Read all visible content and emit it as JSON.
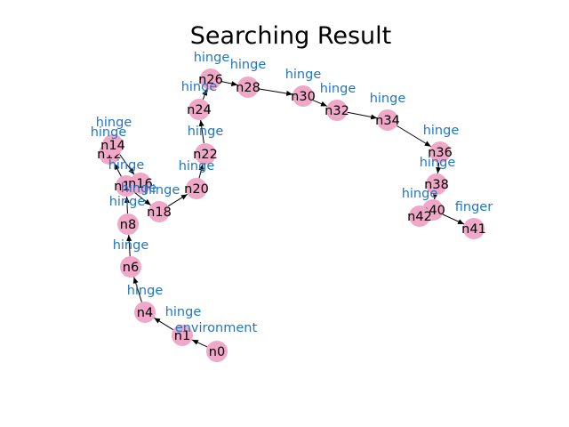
{
  "title": "Searching Result",
  "colors": {
    "node_fill": "#f0a8c8",
    "edge_stroke": "#000000",
    "label_color": "#1f77c4"
  },
  "nodes": [
    {
      "id": "n0",
      "label": "n0"
    },
    {
      "id": "n1",
      "label": "n1"
    },
    {
      "id": "n4",
      "label": "n4"
    },
    {
      "id": "n6",
      "label": "n6"
    },
    {
      "id": "n8",
      "label": "n8"
    },
    {
      "id": "n10",
      "label": "n10"
    },
    {
      "id": "n12",
      "label": "n12"
    },
    {
      "id": "n14",
      "label": "n14"
    },
    {
      "id": "n16",
      "label": "n16"
    },
    {
      "id": "n18",
      "label": "n18"
    },
    {
      "id": "n20",
      "label": "n20"
    },
    {
      "id": "n22",
      "label": "n22"
    },
    {
      "id": "n24",
      "label": "n24"
    },
    {
      "id": "n26",
      "label": "n26"
    },
    {
      "id": "n28",
      "label": "n28"
    },
    {
      "id": "n30",
      "label": "n30"
    },
    {
      "id": "n32",
      "label": "n32"
    },
    {
      "id": "n34",
      "label": "n34"
    },
    {
      "id": "n36",
      "label": "n36"
    },
    {
      "id": "n38",
      "label": "n38"
    },
    {
      "id": "n40",
      "label": "n40"
    },
    {
      "id": "n41",
      "label": "n41"
    },
    {
      "id": "n42",
      "label": "n42"
    }
  ],
  "edges": [
    {
      "from": "n0",
      "to": "n1",
      "label": "environment"
    },
    {
      "from": "n1",
      "to": "n4",
      "label": "hinge"
    },
    {
      "from": "n4",
      "to": "n6",
      "label": "hinge"
    },
    {
      "from": "n6",
      "to": "n8",
      "label": "hinge"
    },
    {
      "from": "n8",
      "to": "n10",
      "label": "hinge"
    },
    {
      "from": "n10",
      "to": "n12",
      "label": "hinge"
    },
    {
      "from": "n12",
      "to": "n14",
      "label": "hinge"
    },
    {
      "from": "n14",
      "to": "n16",
      "label": "hinge"
    },
    {
      "from": "n10",
      "to": "n18",
      "label": "hinge"
    },
    {
      "from": "n18",
      "to": "n20",
      "label": "hinge"
    },
    {
      "from": "n20",
      "to": "n22",
      "label": "hinge"
    },
    {
      "from": "n22",
      "to": "n24",
      "label": "hinge"
    },
    {
      "from": "n24",
      "to": "n26",
      "label": "hinge"
    },
    {
      "from": "n26",
      "to": "n28",
      "label": "hinge"
    },
    {
      "from": "n28",
      "to": "n30",
      "label": "hinge"
    },
    {
      "from": "n30",
      "to": "n32",
      "label": "hinge"
    },
    {
      "from": "n32",
      "to": "n34",
      "label": "hinge"
    },
    {
      "from": "n34",
      "to": "n36",
      "label": "hinge"
    },
    {
      "from": "n36",
      "to": "n38",
      "label": "hinge"
    },
    {
      "from": "n38",
      "to": "n40",
      "label": "hinge"
    },
    {
      "from": "n40",
      "to": "n42",
      "label": "hinge"
    },
    {
      "from": "n40",
      "to": "n41",
      "label": "finger"
    }
  ]
}
